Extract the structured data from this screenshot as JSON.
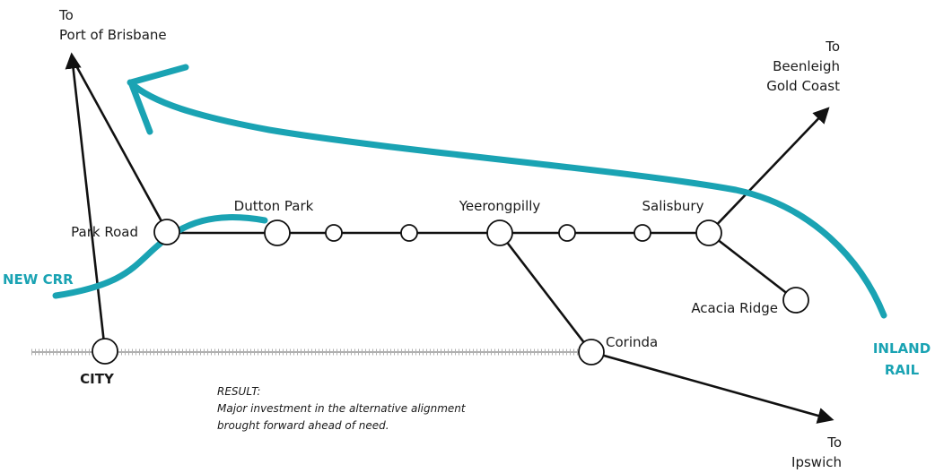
{
  "colors": {
    "line": "#111111",
    "accent": "#1aa3b3",
    "rail_gray": "#b0b0b0"
  },
  "destinations": {
    "port": {
      "to": "To",
      "name": "Port of Brisbane"
    },
    "gold_coast": {
      "to": "To",
      "name1": "Beenleigh",
      "name2": "Gold Coast"
    },
    "ipswich": {
      "to": "To",
      "name": "Ipswich"
    }
  },
  "stations": {
    "park_road": "Park Road",
    "dutton_park": "Dutton Park",
    "yeerongpilly": "Yeerongpilly",
    "salisbury": "Salisbury",
    "acacia_ridge": "Acacia Ridge",
    "corinda": "Corinda",
    "city": "CITY"
  },
  "proposals": {
    "new_crr": "NEW CRR",
    "inland_rail_line1": "INLAND",
    "inland_rail_line2": "RAIL"
  },
  "result": {
    "heading": "RESULT:",
    "line1": "Major investment in the alternative alignment",
    "line2": "brought forward ahead of need."
  }
}
